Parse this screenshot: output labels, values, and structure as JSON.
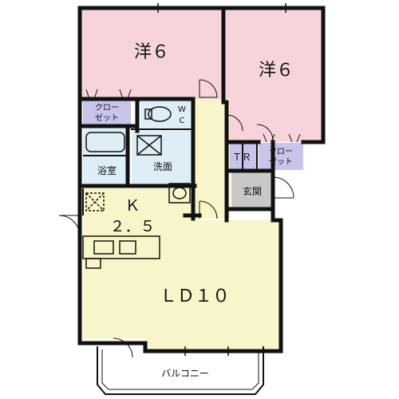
{
  "rooms": {
    "western_room_1": "洋６",
    "western_room_2": "洋６",
    "closet_1_line1": "クロー",
    "closet_1_line2": "ゼット",
    "closet_2_line1": "クロー",
    "closet_2_line2": "ゼット",
    "wc_w": "W",
    "wc_c": "C",
    "bathroom": "浴室",
    "washroom": "洗面",
    "trunk_room": "ＴＲ",
    "entrance": "玄関",
    "kitchen_k": "Ｋ",
    "kitchen_size": "２．５",
    "living_dining": "ＬＤ１０",
    "balcony": "バルコニー"
  },
  "colors": {
    "western_room": "#f7d4dc",
    "closet": "#c9c5ea",
    "wet_area": "#ddeef7",
    "living": "#f8f5c8",
    "entrance": "#c8c8c8",
    "wall": "#111111"
  }
}
